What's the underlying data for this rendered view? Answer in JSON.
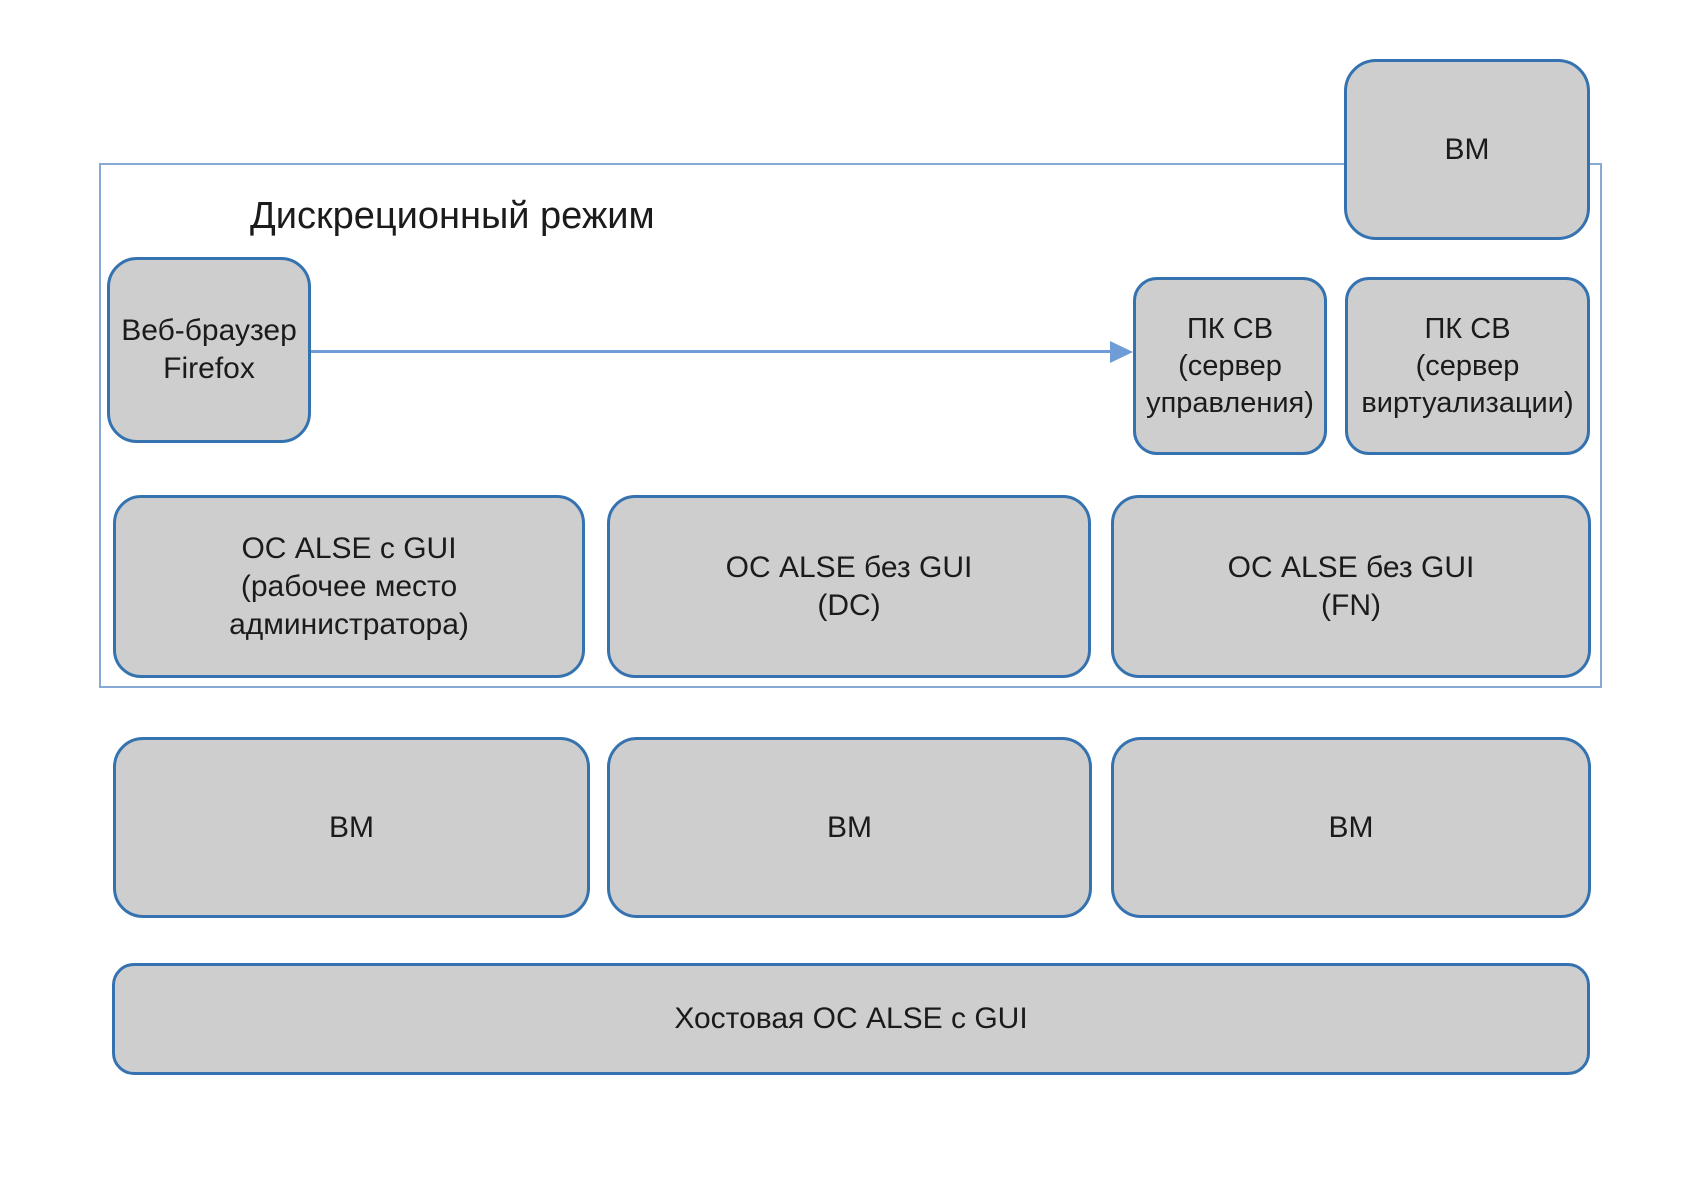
{
  "diagram": {
    "frame": {
      "title": "Дискреционный режим"
    },
    "nodes": {
      "firefox": {
        "lines": [
          "Веб-браузер",
          "Firefox"
        ]
      },
      "vm_top": {
        "label": "ВМ"
      },
      "pksv_mgmt": {
        "lines": [
          "ПК СВ",
          "(сервер",
          "управления)"
        ]
      },
      "pksv_virt": {
        "lines": [
          "ПК СВ",
          "(сервер",
          "виртуализации)"
        ]
      },
      "alse_admin": {
        "lines": [
          "ОС ALSE с GUI",
          "(рабочее место",
          "администратора)"
        ]
      },
      "alse_dc": {
        "lines": [
          "ОС ALSE без GUI",
          "(DC)"
        ]
      },
      "alse_fn": {
        "lines": [
          "ОС ALSE без GUI",
          "(FN)"
        ]
      },
      "vm1": {
        "label": "ВМ"
      },
      "vm2": {
        "label": "ВМ"
      },
      "vm3": {
        "label": "ВМ"
      },
      "host": {
        "label": "Хостовая ОС ALSE с GUI"
      }
    },
    "colors": {
      "node_fill": "#cecece",
      "node_border": "#3572b0",
      "frame_border": "#87a9d6",
      "arrow": "#6f9cd6",
      "text": "#1b1b1b"
    }
  }
}
